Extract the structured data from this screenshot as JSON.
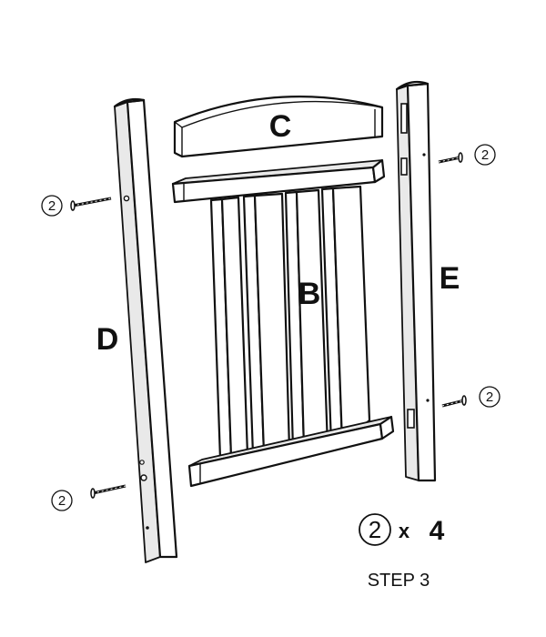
{
  "parts": {
    "b": "B",
    "c": "C",
    "d": "D",
    "e": "E"
  },
  "screw_callouts": [
    {
      "number": "2"
    },
    {
      "number": "2"
    },
    {
      "number": "2"
    },
    {
      "number": "2"
    }
  ],
  "quantity": {
    "item": "2",
    "times": "x",
    "count": "4"
  },
  "step": "STEP 3"
}
